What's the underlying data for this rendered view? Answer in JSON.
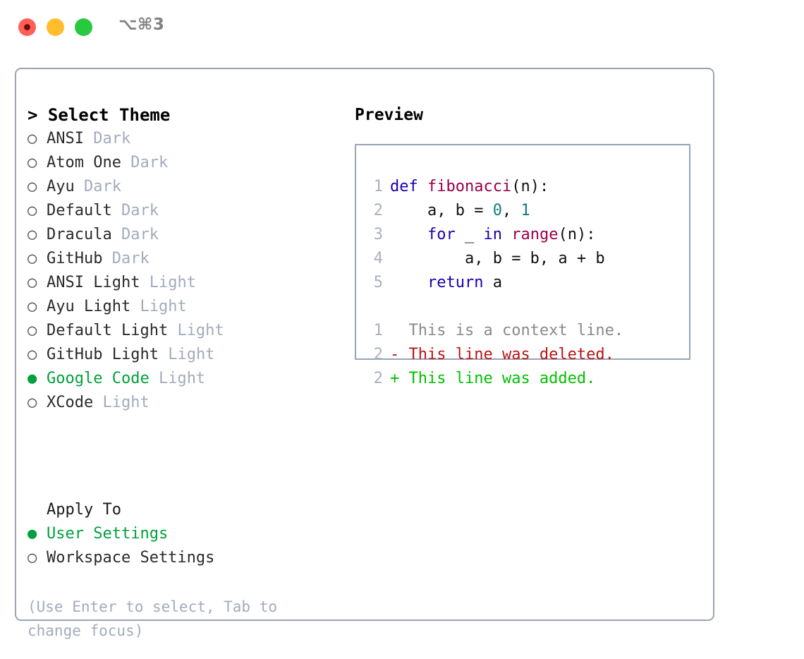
{
  "window": {
    "shortcut": "⌥⌘3",
    "traffic_lights": [
      {
        "name": "close-button",
        "color": "#FF5F57"
      },
      {
        "name": "minimize-button",
        "color": "#FFBD2E"
      },
      {
        "name": "maximize-button",
        "color": "#28C840"
      }
    ]
  },
  "theme_panel": {
    "header_prefix": "> ",
    "header": "Select Theme",
    "marker_selected": "●",
    "marker_unselected": "○",
    "accent_color": "#00A03C",
    "muted_color": "#A3ABBB",
    "items": [
      {
        "marker": "○",
        "name": "ANSI",
        "kind": "Dark",
        "selected": false
      },
      {
        "marker": "○",
        "name": "Atom One",
        "kind": "Dark",
        "selected": false
      },
      {
        "marker": "○",
        "name": "Ayu",
        "kind": "Dark",
        "selected": false
      },
      {
        "marker": "○",
        "name": "Default",
        "kind": "Dark",
        "selected": false
      },
      {
        "marker": "○",
        "name": "Dracula",
        "kind": "Dark",
        "selected": false
      },
      {
        "marker": "○",
        "name": "GitHub",
        "kind": "Dark",
        "selected": false
      },
      {
        "marker": "○",
        "name": "ANSI Light",
        "kind": "Light",
        "selected": false
      },
      {
        "marker": "○",
        "name": "Ayu Light",
        "kind": "Light",
        "selected": false
      },
      {
        "marker": "○",
        "name": "Default Light",
        "kind": "Light",
        "selected": false
      },
      {
        "marker": "○",
        "name": "GitHub Light",
        "kind": "Light",
        "selected": false
      },
      {
        "marker": "●",
        "name": "Google Code",
        "kind": "Light",
        "selected": true
      },
      {
        "marker": "○",
        "name": "XCode",
        "kind": "Light",
        "selected": false
      }
    ]
  },
  "apply_panel": {
    "heading": "Apply To",
    "options": [
      {
        "marker": "●",
        "label": "User Settings",
        "selected": true
      },
      {
        "marker": "○",
        "label": "Workspace Settings",
        "selected": false
      }
    ]
  },
  "hint": "(Use Enter to select, Tab to change focus)",
  "preview": {
    "title": "Preview",
    "code_lines": [
      {
        "no": "1",
        "indent": "",
        "tokens": [
          {
            "t": "def",
            "c": "kw"
          },
          {
            "t": " ",
            "c": "txt"
          },
          {
            "t": "fibonacci",
            "c": "fn"
          },
          {
            "t": "(n):",
            "c": "txt"
          }
        ]
      },
      {
        "no": "2",
        "indent": "    ",
        "tokens": [
          {
            "t": "a, b = ",
            "c": "txt"
          },
          {
            "t": "0",
            "c": "num"
          },
          {
            "t": ", ",
            "c": "txt"
          },
          {
            "t": "1",
            "c": "num"
          }
        ]
      },
      {
        "no": "3",
        "indent": "    ",
        "tokens": [
          {
            "t": "for",
            "c": "kw"
          },
          {
            "t": " _ ",
            "c": "txt"
          },
          {
            "t": "in",
            "c": "kw"
          },
          {
            "t": " ",
            "c": "txt"
          },
          {
            "t": "range",
            "c": "fn"
          },
          {
            "t": "(n):",
            "c": "txt"
          }
        ]
      },
      {
        "no": "4",
        "indent": "        ",
        "tokens": [
          {
            "t": "a, b = b, a + b",
            "c": "txt"
          }
        ]
      },
      {
        "no": "5",
        "indent": "    ",
        "tokens": [
          {
            "t": "return",
            "c": "kw"
          },
          {
            "t": " a",
            "c": "txt"
          }
        ]
      }
    ],
    "diff_lines": [
      {
        "no": "1",
        "sign": "  ",
        "text": "This is a context line.",
        "c": "ctx"
      },
      {
        "no": "2",
        "sign": "- ",
        "text": "This line was deleted.",
        "c": "del"
      },
      {
        "no": "2",
        "sign": "+ ",
        "text": "This line was added.",
        "c": "add"
      }
    ],
    "syntax_colors": {
      "keyword": "#1A00B0",
      "function": "#99004D",
      "number": "#0B7D7D",
      "text": "#111111",
      "linenumber": "#A8B0BE",
      "diff_context": "#8A8A8A",
      "diff_deleted": "#B81414",
      "diff_added": "#00C000"
    }
  }
}
